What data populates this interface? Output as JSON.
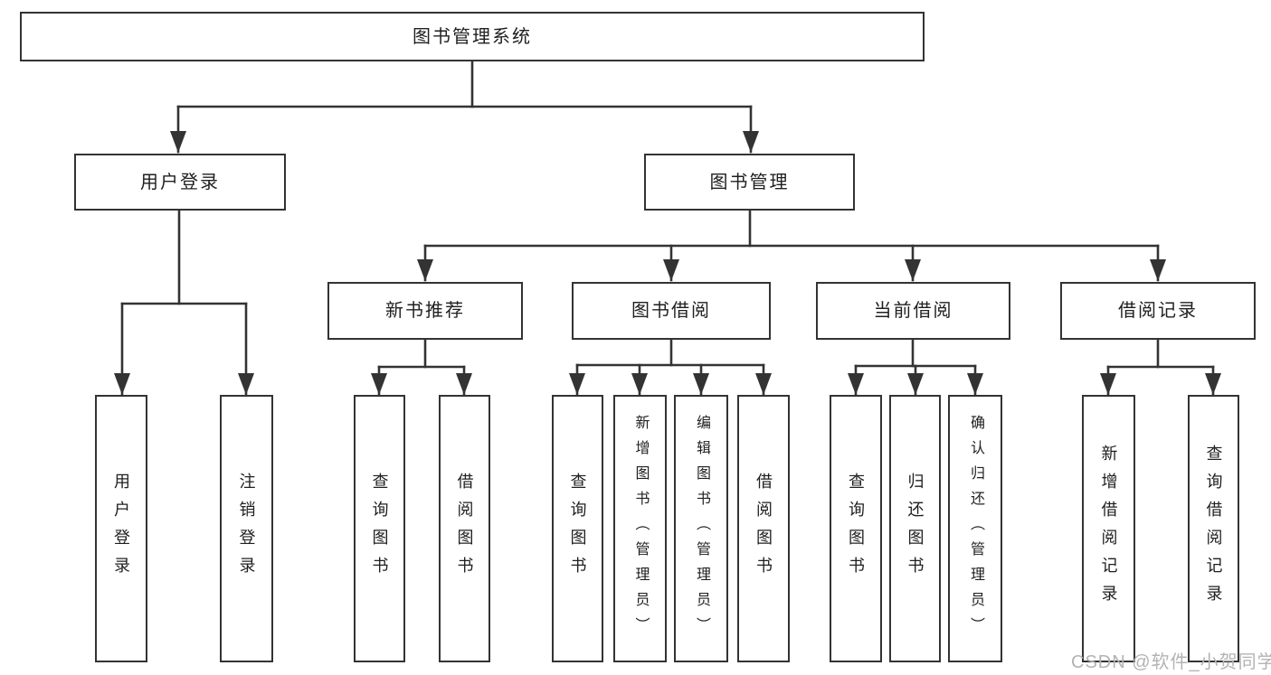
{
  "diagram": {
    "root": "图书管理系统",
    "level2": [
      {
        "label": "用户登录",
        "children": [
          "用户登录",
          "注销登录"
        ]
      },
      {
        "label": "图书管理"
      }
    ],
    "sections": [
      {
        "label": "新书推荐",
        "children": [
          "查询图书",
          "借阅图书"
        ]
      },
      {
        "label": "图书借阅",
        "children": [
          "查询图书",
          "新增图书（管理员）",
          "编辑图书（管理员）",
          "借阅图书"
        ]
      },
      {
        "label": "当前借阅",
        "children": [
          "查询图书",
          "归还图书",
          "确认归还（管理员）"
        ]
      },
      {
        "label": "借阅记录",
        "children": [
          "新增借阅记录",
          "查询借阅记录"
        ]
      }
    ]
  },
  "watermark": {
    "text": "CSDN @软件_小贺同学"
  },
  "colors": {
    "line": "#333333",
    "border": "#333333",
    "text": "#1f1f1f",
    "bg": "#ffffff",
    "watermark": "#b3b3b3"
  }
}
